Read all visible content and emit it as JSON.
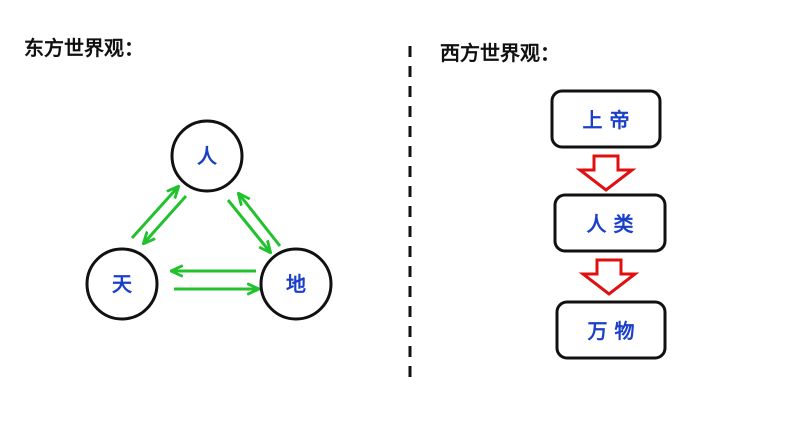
{
  "left_panel": {
    "title": "东方世界观：",
    "nodes": {
      "top": "人",
      "left": "天",
      "right": "地"
    }
  },
  "right_panel": {
    "title": "西方世界观：",
    "boxes": [
      "上 帝",
      "人 类",
      "万 物"
    ]
  },
  "colors": {
    "text": "#111111",
    "node_label": "#1a3fc8",
    "outline": "#111111",
    "green_arrow": "#22c22e",
    "red_arrow": "#e01010",
    "divider": "#111111"
  }
}
